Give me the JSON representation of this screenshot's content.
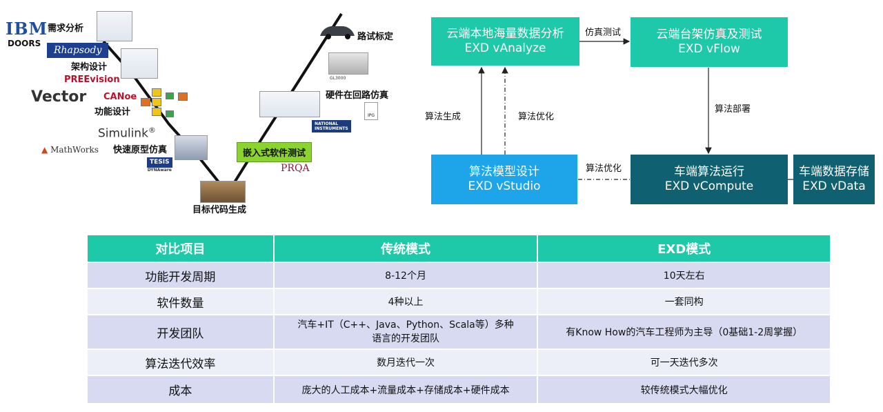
{
  "vmodel": {
    "logos": {
      "ibm": "IBM",
      "doors": "DOORS",
      "rhapsody": "Rhapsody",
      "preevision": "PREEvision",
      "vector": "Vector",
      "canoe": "CANoe",
      "simulink": "Simulink",
      "simulink_mark": "®",
      "mathworks": "MathWorks",
      "tesis": "TESIS",
      "dynaware": "DYNAware",
      "prqa": "PRQA",
      "gl3000": "GL3000",
      "ni_line1": "NATIONAL",
      "ni_line2": "INSTRUMENTS",
      "ipg": "IPG"
    },
    "stages": {
      "requirements": "需求分析",
      "architecture": "架构设计",
      "function": "功能设计",
      "rapid_proto": "快速原型仿真",
      "codegen": "目标代码生成",
      "embedded_test": "嵌入式软件测试",
      "hil": "硬件在回路仿真",
      "road_test": "路试标定"
    }
  },
  "flow": {
    "boxes": {
      "vanalyze_cn": "云端本地海量数据分析",
      "vanalyze_en": "EXD vAnalyze",
      "vflow_cn": "云端台架仿真及测试",
      "vflow_en": "EXD vFlow",
      "vstudio_cn": "算法模型设计",
      "vstudio_en": "EXD vStudio",
      "vcompute_cn": "车端算法运行",
      "vcompute_en": "EXD vCompute",
      "vdata_cn": "车端数据存储",
      "vdata_en": "EXD vData"
    },
    "labels": {
      "sim_test": "仿真测试",
      "algo_gen": "算法生成",
      "algo_opt_1": "算法优化",
      "algo_deploy": "算法部署",
      "algo_opt_2": "算法优化"
    },
    "colors": {
      "teal": "#1dc9a8",
      "blue": "#1ea4e8",
      "dark": "#0f6070"
    }
  },
  "table": {
    "headers": [
      "对比项目",
      "传统模式",
      "EXD模式"
    ],
    "rows": [
      [
        "功能开发周期",
        "8-12个月",
        "10天左右"
      ],
      [
        "软件数量",
        "4种以上",
        "一套同构"
      ],
      [
        "开发团队",
        "汽车+IT（C++、Java、Python、Scala等）多种\n语言的开发团队",
        "有Know How的汽车工程师为主导（0基础1-2周掌握）"
      ],
      [
        "算法迭代效率",
        "数月迭代一次",
        "可一天迭代多次"
      ],
      [
        "成本",
        "庞大的人工成本+流量成本+存储成本+硬件成本",
        "较传统模式大幅优化"
      ]
    ],
    "colors": {
      "header": "#1dc9a8",
      "row_odd": "#d8daf1",
      "row_even": "#eceef8"
    }
  }
}
